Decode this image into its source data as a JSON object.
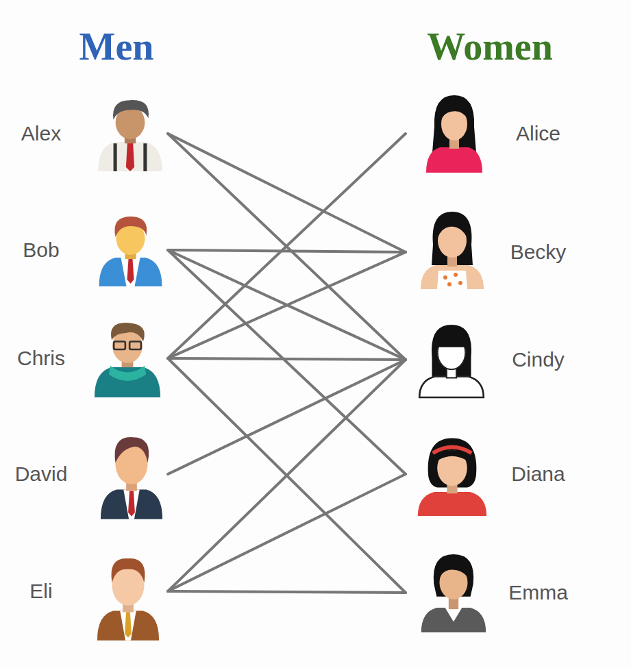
{
  "diagram": {
    "nodes": [
      {
        "text": [
          "Alex"
        ]
      },
      {
        "text": [
          "Bob"
        ]
      },
      {
        "text": [
          "Chris"
        ]
      },
      {
        "text": [
          "David"
        ]
      },
      {
        "text": [
          "Eli"
        ]
      },
      {
        "text": [
          "Alice"
        ]
      },
      {
        "text": [
          "Becky"
        ]
      },
      {
        "text": [
          "Cindy"
        ]
      },
      {
        "text": [
          "Diana"
        ]
      },
      {
        "text": [
          "Emma"
        ]
      }
    ],
    "edges": [
      {
        "from": 0,
        "to": 6,
        "arrow": "none"
      },
      {
        "from": 0,
        "to": 7,
        "arrow": "none"
      },
      {
        "from": 1,
        "to": 6,
        "arrow": "none"
      },
      {
        "from": 1,
        "to": 7,
        "arrow": "none"
      },
      {
        "from": 1,
        "to": 8,
        "arrow": "none"
      },
      {
        "from": 2,
        "to": 5,
        "arrow": "none"
      },
      {
        "from": 2,
        "to": 6,
        "arrow": "none"
      },
      {
        "from": 2,
        "to": 7,
        "arrow": "none"
      },
      {
        "from": 2,
        "to": 9,
        "arrow": "none"
      },
      {
        "from": 3,
        "to": 7,
        "arrow": "none"
      },
      {
        "from": 4,
        "to": 7,
        "arrow": "none"
      },
      {
        "from": 4,
        "to": 8,
        "arrow": "none"
      },
      {
        "from": 4,
        "to": 9,
        "arrow": "none"
      }
    ],
    "labels": [
      "Men",
      "Women"
    ]
  }
}
